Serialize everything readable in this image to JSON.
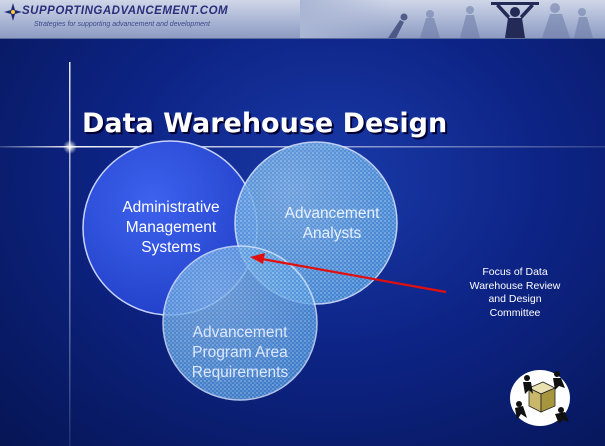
{
  "header": {
    "brand": "SUPPORTINGADVANCEMENT.COM",
    "tagline": "Strategies for supporting advancement and development"
  },
  "slide": {
    "title": "Data Warehouse Design"
  },
  "diagram": {
    "circles": [
      {
        "id": "admin",
        "lines": [
          "Administrative",
          "Management",
          "Systems"
        ]
      },
      {
        "id": "analysts",
        "lines": [
          "Advancement",
          "Analysts"
        ]
      },
      {
        "id": "program",
        "lines": [
          "Advancement",
          "Program Area",
          "Requirements"
        ]
      }
    ],
    "callout": {
      "lines": [
        "Focus of Data",
        "Warehouse Review",
        "and Design",
        "Committee"
      ],
      "arrow_color": "#e01010"
    }
  },
  "colors": {
    "background": "#0d2486",
    "circle_admin": "#3050e0",
    "circle_textured": "#4a90d8"
  },
  "icons": {
    "banner_left": "starburst-logo-icon",
    "banner_right": "people-silhouettes-icon",
    "corner": "figures-around-cube-logo-icon"
  }
}
